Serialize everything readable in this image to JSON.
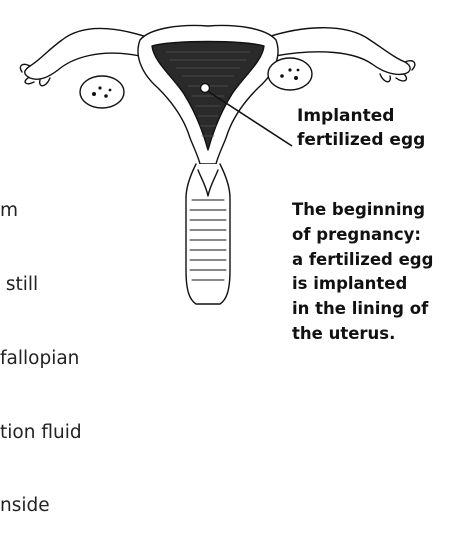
{
  "left_text": {
    "lines": [
      "m",
      " still",
      "fallopian",
      "tion fluid",
      "nside"
    ]
  },
  "callout_label": {
    "lines": [
      "Implanted",
      "fertilized egg"
    ]
  },
  "caption": {
    "lines": [
      "The beginning",
      "of pregnancy:",
      "a fertilized egg",
      "is implanted",
      "in the lining of",
      "the uterus."
    ]
  }
}
